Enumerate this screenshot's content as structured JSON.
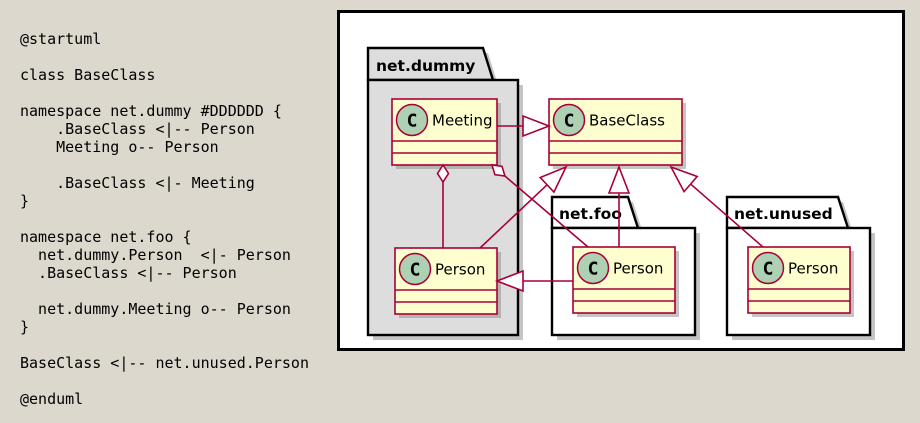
{
  "source": {
    "text": "@startuml\n\nclass BaseClass\n\nnamespace net.dummy #DDDDDD {\n    .BaseClass <|-- Person\n    Meeting o-- Person\n\n    .BaseClass <|- Meeting\n}\n\nnamespace net.foo {\n  net.dummy.Person  <|- Person\n  .BaseClass <|-- Person\n\n  net.dummy.Meeting o-- Person\n}\n\nBaseClass <|-- net.unused.Person\n\n@enduml"
  },
  "diagram": {
    "colors": {
      "edge": "#A80036",
      "class_fill": "#FEFECE",
      "class_border": "#A80036",
      "circle_fill": "#ADD1B2",
      "circle_border": "#A80036",
      "package_dummy_fill": "#DDDDDD",
      "package_fill": "#FFFFFF",
      "border": "#000000",
      "text": "#000000",
      "panel_bg": "#FFFFFF",
      "page_bg": "#DCD8CE",
      "shadow": "#8a8a8a"
    },
    "packages": [
      {
        "id": "net-dummy",
        "name": "net.dummy",
        "fill_key": "package_dummy_fill"
      },
      {
        "id": "net-foo",
        "name": "net.foo",
        "fill_key": "package_fill"
      },
      {
        "id": "net-unused",
        "name": "net.unused",
        "fill_key": "package_fill"
      }
    ],
    "classes": [
      {
        "id": "meeting",
        "name": "Meeting",
        "circle_letter": "C"
      },
      {
        "id": "baseclass",
        "name": "BaseClass",
        "circle_letter": "C"
      },
      {
        "id": "person-dummy",
        "name": "Person",
        "circle_letter": "C"
      },
      {
        "id": "person-foo",
        "name": "Person",
        "circle_letter": "C"
      },
      {
        "id": "person-unused",
        "name": "Person",
        "circle_letter": "C"
      }
    ],
    "edges": [
      {
        "id": "meeting-extends-baseclass",
        "type": "extension",
        "from": "meeting",
        "to": "baseclass"
      },
      {
        "id": "person-dummy-extends-baseclass",
        "type": "extension",
        "from": "person-dummy",
        "to": "baseclass"
      },
      {
        "id": "person-foo-extends-baseclass",
        "type": "extension",
        "from": "person-foo",
        "to": "baseclass"
      },
      {
        "id": "person-unused-extends-baseclass",
        "type": "extension",
        "from": "person-unused",
        "to": "baseclass"
      },
      {
        "id": "person-foo-extends-person-dummy",
        "type": "extension",
        "from": "person-foo",
        "to": "person-dummy"
      },
      {
        "id": "meeting-aggregates-person-dummy",
        "type": "aggregation",
        "from": "meeting",
        "to": "person-dummy"
      },
      {
        "id": "meeting-aggregates-person-foo",
        "type": "aggregation",
        "from": "meeting",
        "to": "person-foo"
      }
    ]
  }
}
